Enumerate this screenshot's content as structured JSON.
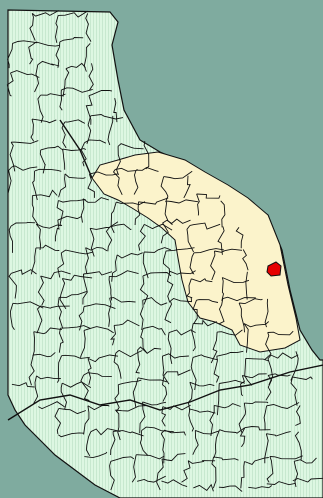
{
  "map": {
    "colors": {
      "sea": "#7fab9f",
      "land": "#ddf7e2",
      "land_hatch": "#c7e8cf",
      "highlighted_province": "#fbf3cb",
      "selected_municipality": "#e60000",
      "border": "#111111"
    },
    "layers": [
      "sea",
      "land",
      "highlighted-province",
      "municipal-borders",
      "selected-municipality"
    ]
  }
}
